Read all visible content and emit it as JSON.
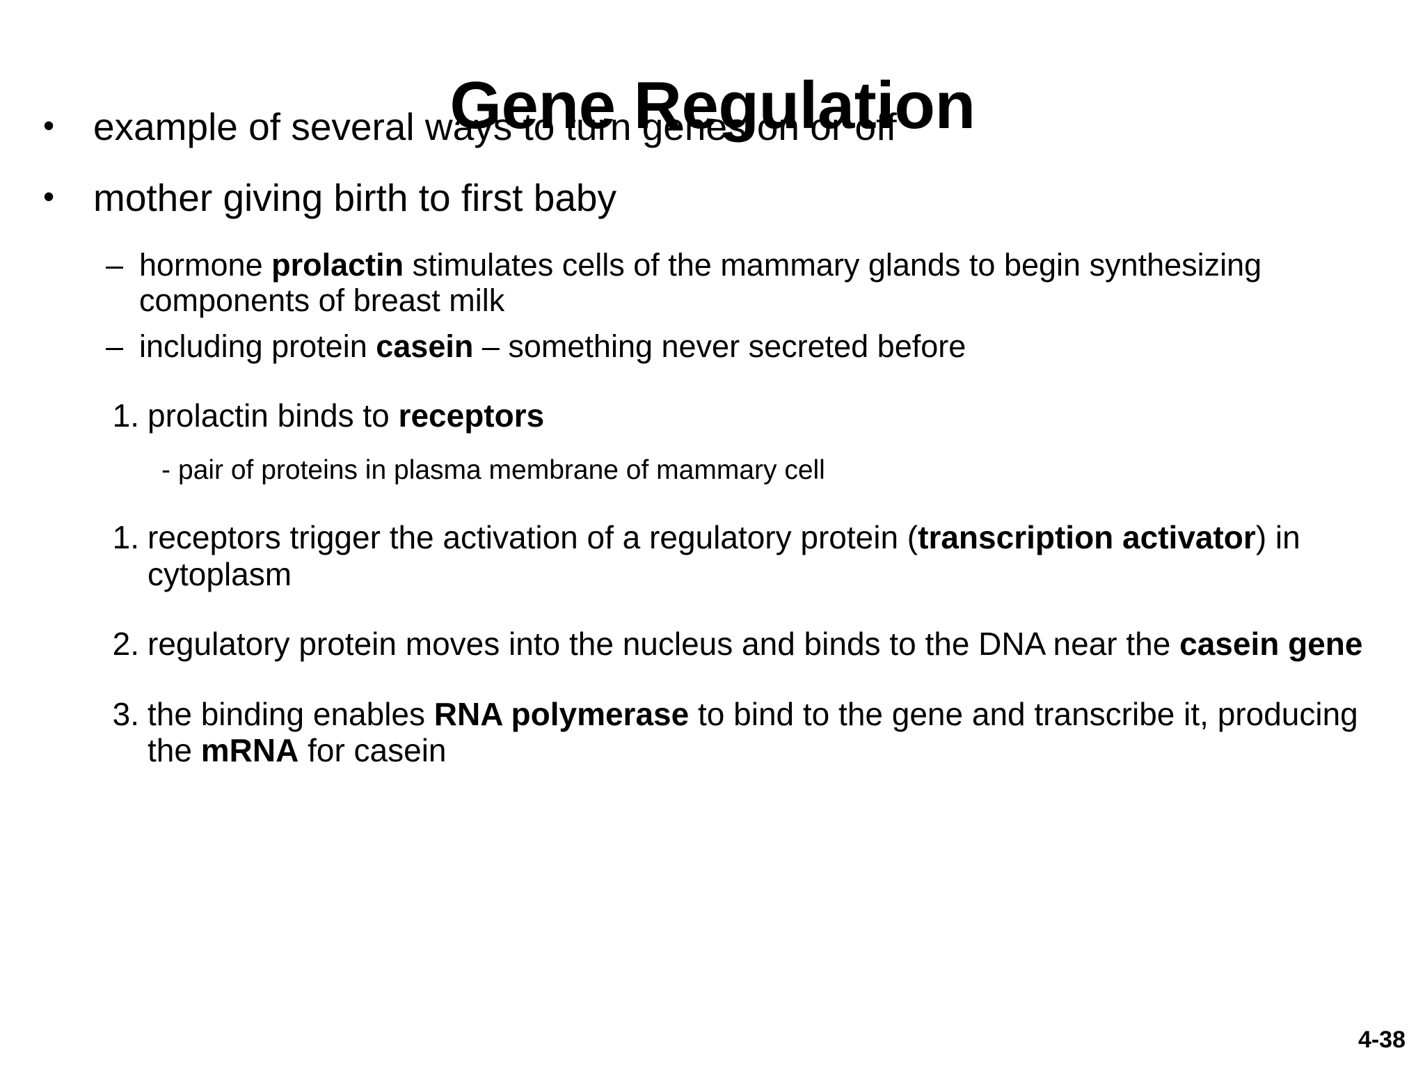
{
  "slide": {
    "title": "Gene Regulation",
    "page_number": "4-38",
    "background_color": "#ffffff",
    "text_color": "#000000",
    "bullets": [
      {
        "level": 1,
        "marker": "•",
        "text": "example of several ways to turn genes on or off"
      },
      {
        "level": 1,
        "marker": "•",
        "text": "mother giving birth to first baby"
      }
    ],
    "sub_bullets": [
      {
        "level": 2,
        "marker": "–",
        "text_parts": [
          {
            "text": "hormone ",
            "bold": false
          },
          {
            "text": "prolactin",
            "bold": true
          },
          {
            "text": " stimulates cells of the mammary glands to begin synthesizing components of breast milk",
            "bold": false
          }
        ],
        "plain_text": "hormone prolactin stimulates cells of the mammary glands to begin synthesizing components of breast milk"
      },
      {
        "level": 2,
        "marker": "–",
        "text_parts": [
          {
            "text": "including protein ",
            "bold": false
          },
          {
            "text": "casein",
            "bold": true
          },
          {
            "text": " – something never secreted before",
            "bold": false
          }
        ],
        "plain_text": "including protein casein – something never secreted before"
      }
    ],
    "numbered_steps": [
      {
        "number": "1.",
        "text_parts": [
          {
            "text": "prolactin binds to ",
            "bold": false
          },
          {
            "text": "receptors",
            "bold": true
          }
        ],
        "plain_text": "prolactin binds to receptors",
        "sub_item": {
          "marker": "-",
          "text": "pair of proteins in plasma membrane of mammary cell"
        }
      },
      {
        "number": "1.",
        "text_parts": [
          {
            "text": "receptors trigger the activation of a regulatory protein (",
            "bold": false
          },
          {
            "text": "transcription activator",
            "bold": true
          },
          {
            "text": ") in cytoplasm",
            "bold": false
          }
        ],
        "plain_text": "receptors trigger the activation of a regulatory protein (transcription activator) in cytoplasm",
        "sub_item": null
      },
      {
        "number": "2.",
        "text_parts": [
          {
            "text": "regulatory protein moves into the nucleus and binds to the DNA near the ",
            "bold": false
          },
          {
            "text": "casein gene",
            "bold": true
          }
        ],
        "plain_text": "regulatory protein moves into the nucleus and binds to the DNA near the casein gene",
        "sub_item": null
      },
      {
        "number": "3.",
        "text_parts": [
          {
            "text": "the binding enables ",
            "bold": false
          },
          {
            "text": "RNA polymerase",
            "bold": true
          },
          {
            "text": " to bind to the gene and transcribe it, producing the ",
            "bold": false
          },
          {
            "text": "mRNA",
            "bold": true
          },
          {
            "text": " for casein",
            "bold": false
          }
        ],
        "plain_text": "the binding enables RNA polymerase to bind to the gene and transcribe it, producing the mRNA for casein",
        "sub_item": null
      }
    ]
  }
}
